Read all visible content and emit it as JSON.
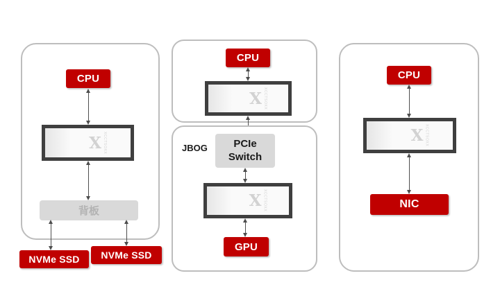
{
  "diagram": {
    "left_panel": {
      "cpu_label": "CPU",
      "backplane_label": "背板",
      "ssd_left_label": "NVMe SSD",
      "ssd_right_label": "NVMe SSD"
    },
    "middle_panel": {
      "cpu_label": "CPU",
      "jbog_label": "JBOG",
      "pcie_switch_line1": "PCIe",
      "pcie_switch_line2": "Switch",
      "gpu_label": "GPU"
    },
    "right_panel": {
      "cpu_label": "CPU",
      "nic_label": "NIC"
    },
    "chip_logo_glyph": "X",
    "chip_logo_text": "XCCTSOXX"
  },
  "colors": {
    "accent_red": "#C00000",
    "box_gray": "#D9D9D9",
    "chip_border": "#3F3F3F",
    "container_border": "#BDBDBD",
    "arrow": "#4D4D4D"
  }
}
